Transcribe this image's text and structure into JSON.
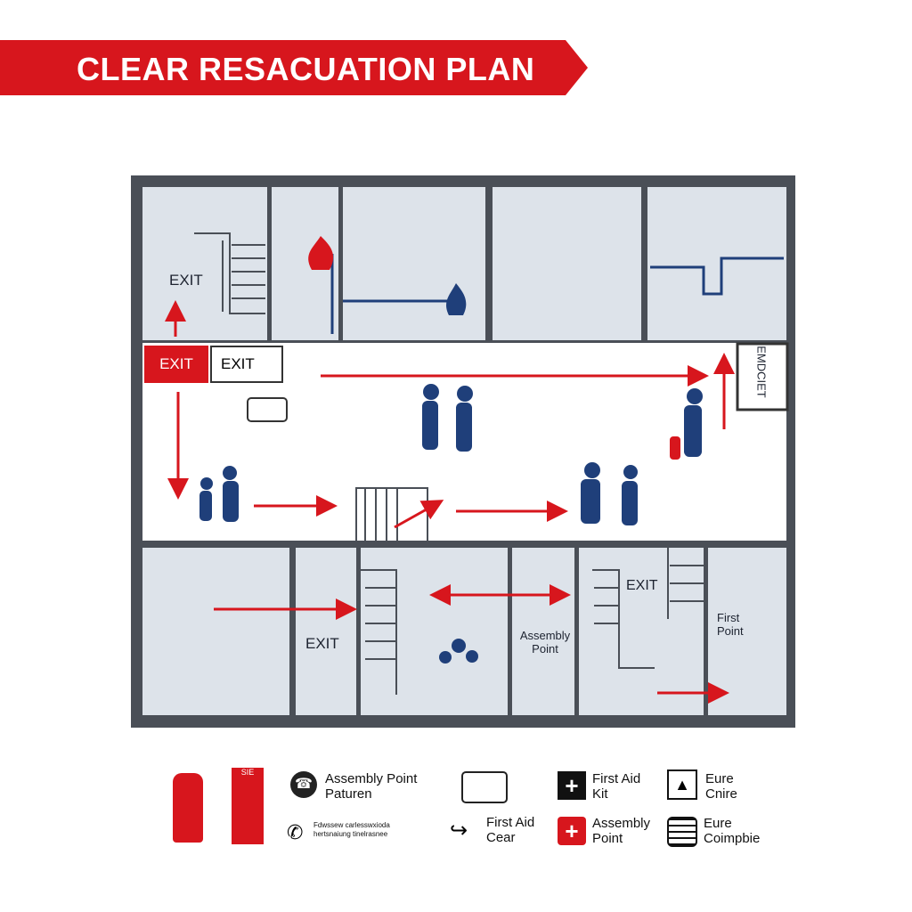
{
  "title": "CLEAR RESACUATION PLAN",
  "plan": {
    "exit_top_left": "EXIT",
    "exit_red_sign": "EXIT",
    "exit_white_sign": "EXIT",
    "exit_bottom": "EXIT",
    "exit_bottom_right": "EXIT",
    "assembly_point": "Assembly Point",
    "first_point": "First Point",
    "emergency_sign": "EMDCIET"
  },
  "legend": {
    "items": [
      {
        "icon": "fire-extinguisher-icon",
        "label": ""
      },
      {
        "icon": "fire-door-icon",
        "label": "SIE"
      },
      {
        "icon": "phone-icon",
        "label": "Assembly Point Paturen"
      },
      {
        "icon": "phone-icon",
        "label": "Fdwssew carlesswxioda hertsnaiung tinelrasnee"
      },
      {
        "icon": "first-aid-case-icon",
        "label": ""
      },
      {
        "icon": "first-aid-cear-icon",
        "label": "First Aid Cear"
      },
      {
        "icon": "first-aid-kit-icon",
        "label": "First Aid Kit"
      },
      {
        "icon": "assembly-point-icon",
        "label": "Assembly Point"
      },
      {
        "icon": "arrow-up-icon",
        "label": "Eure Cnire"
      },
      {
        "icon": "grid-icon",
        "label": "Eure Coimpbie"
      }
    ]
  },
  "colors": {
    "red": "#d7161d",
    "wall": "#4a4f57",
    "room": "#dde3ea",
    "figure": "#1f3f7a"
  }
}
